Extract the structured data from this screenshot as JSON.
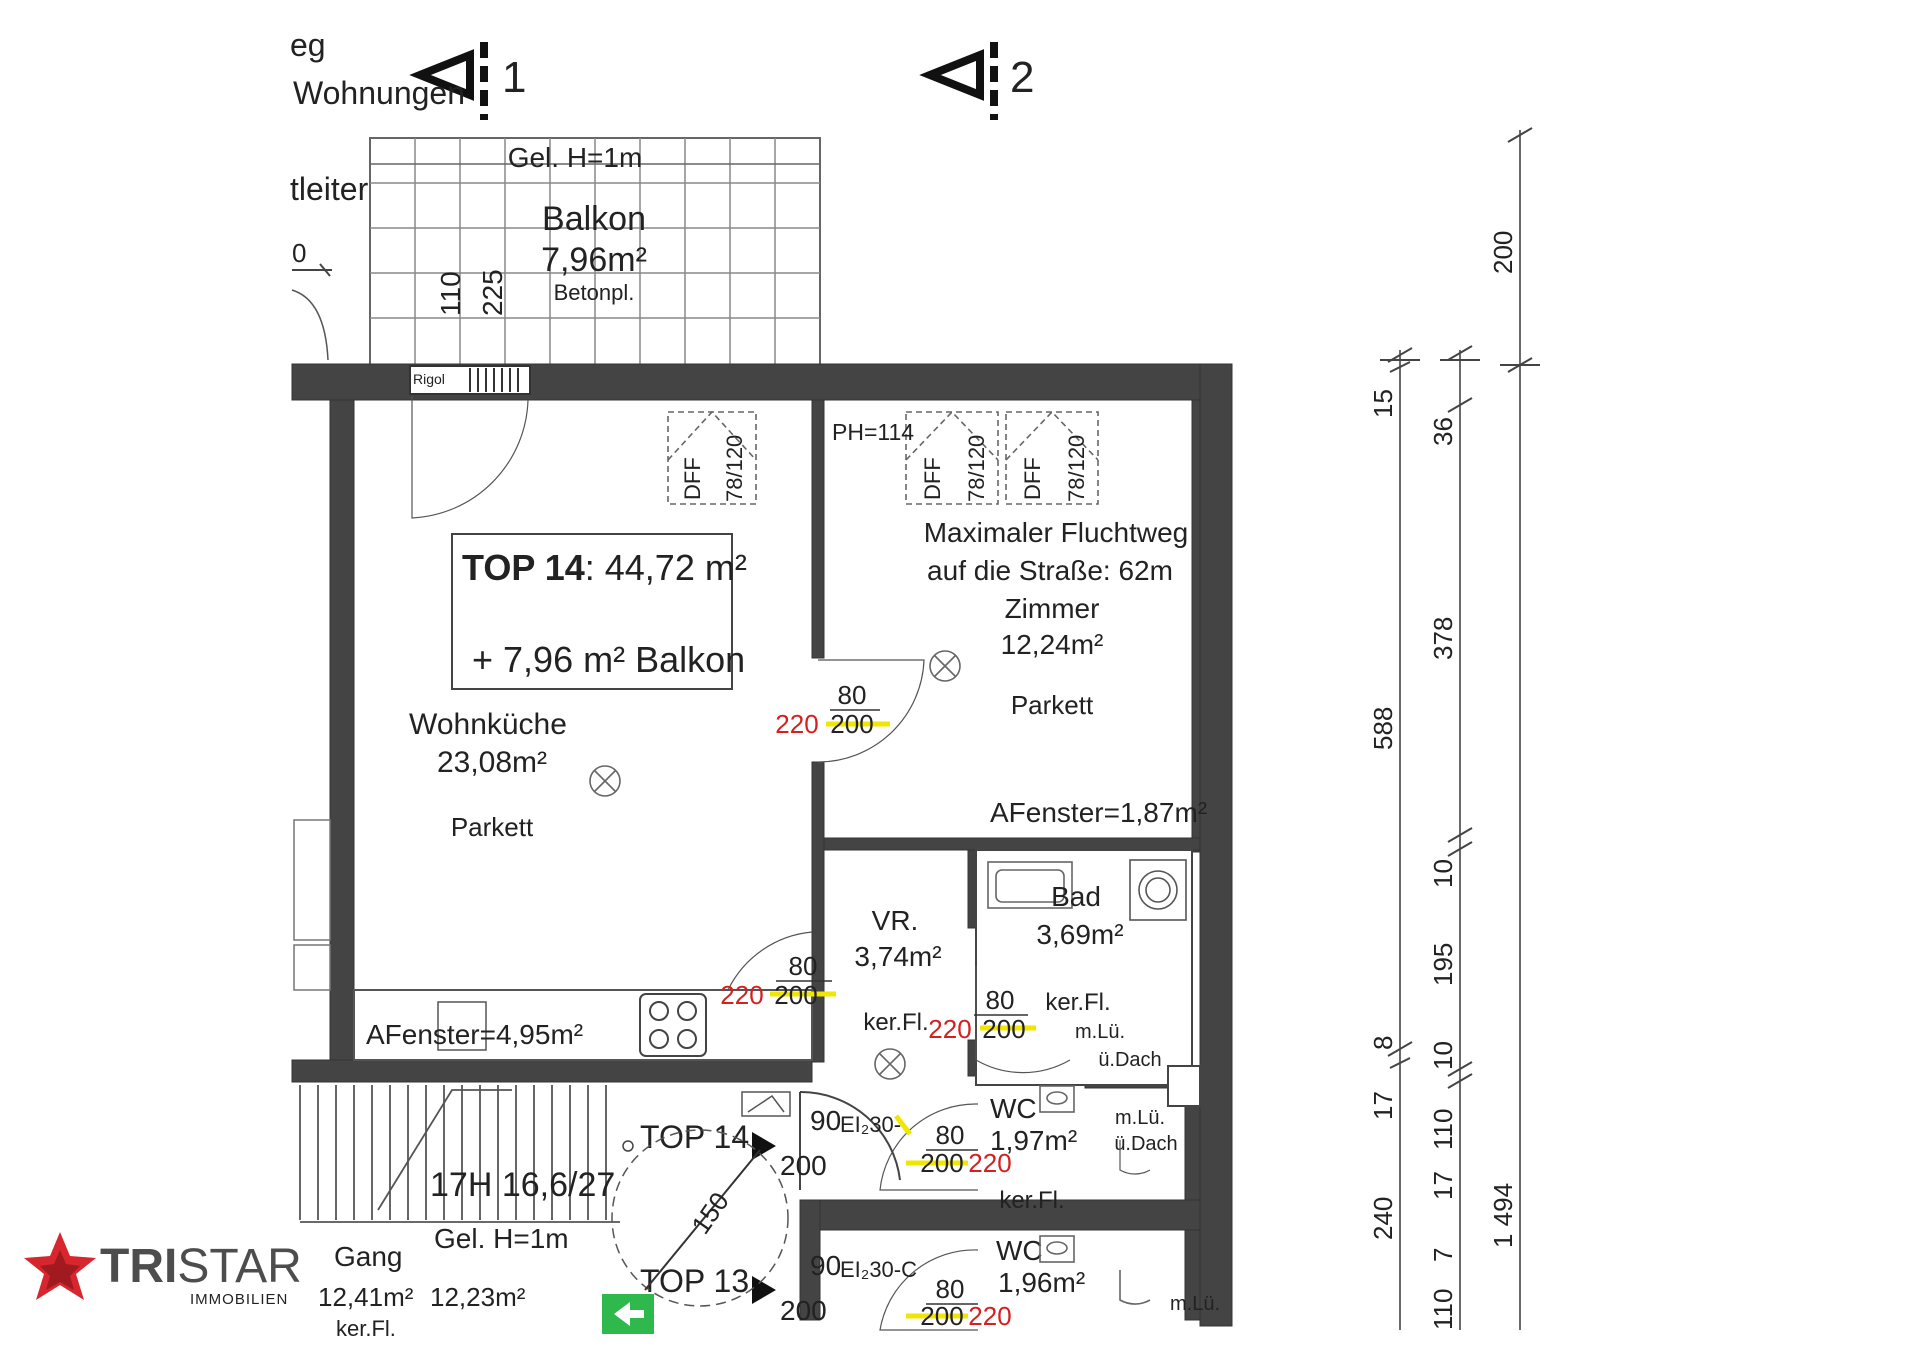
{
  "section_markers": {
    "marker_1": "1",
    "marker_2": "2"
  },
  "cut_texts": {
    "top_left_1": "eg",
    "top_left_2": "Wohnungen",
    "left_mid": "tleiter",
    "left_small": "0"
  },
  "balkon": {
    "railing": "Gel. H=1m",
    "name": "Balkon",
    "area": "7,96m²",
    "surface": "Betonpl.",
    "dim_a": "110",
    "dim_b": "225",
    "rigol": "Rigol"
  },
  "unit_box": {
    "title_bold": "TOP 14",
    "title_rest": ": 44,72 m²",
    "balkon_line": "+ 7,96 m² Balkon"
  },
  "wohnkueche": {
    "name": "Wohnküche",
    "area": "23,08m²",
    "floor": "Parkett",
    "window_area": "AFenster=4,95m²"
  },
  "zimmer": {
    "note_1": "Maximaler Fluchtweg",
    "note_2": "auf die Straße: 62m",
    "name": "Zimmer",
    "area": "12,24m²",
    "floor": "Parkett",
    "window_area": "AFenster=1,87m²",
    "ph": "PH=114"
  },
  "skylight": {
    "dff": "DFF",
    "size": "78/120"
  },
  "doors": {
    "width": "80",
    "height_red": "220",
    "height": "200"
  },
  "vr": {
    "name": "VR.",
    "area": "3,74m²",
    "floor": "ker.Fl."
  },
  "bad": {
    "name": "Bad",
    "area": "3,69m²",
    "floor": "ker.Fl.",
    "vent_1": "m.Lü.",
    "vent_2": "ü.Dach"
  },
  "wc1": {
    "name": "WC",
    "area": "1,97m²",
    "floor": "ker.Fl.",
    "vent_1": "m.Lü.",
    "vent_2": "ü.Dach"
  },
  "wc2": {
    "name": "WC",
    "area": "1,96m²",
    "vent_1": "m.Lü."
  },
  "entrance": {
    "top14": "TOP 14",
    "top13": "TOP 13",
    "width_90": "90",
    "ei30": "EI₂30-",
    "ei30_c": "EI₂30-C",
    "door_h": "200",
    "turn": "150"
  },
  "stair": {
    "spec": "17H 16,6/27",
    "railing": "Gel. H=1m",
    "gang": "Gang",
    "gang_area": "12,41m²",
    "gang_area2": "12,23m²",
    "gang_floor": "ker.Fl."
  },
  "dimensions": {
    "col1": [
      "15",
      "36",
      "378",
      "10",
      "195",
      "10",
      "110",
      "17",
      "7",
      "110"
    ],
    "col2": [
      "588",
      "8",
      "17",
      "240"
    ],
    "col3": [
      "200",
      "1 494"
    ]
  },
  "logo": {
    "name_bold": "TRI",
    "name_rest": "STAR",
    "sub": "IMMOBILIEN"
  },
  "colors": {
    "wall": "#444444",
    "dim_red": "#d42020",
    "dim_yellow": "#f2e600",
    "logo_red": "#d7262e",
    "logo_gray": "#4d4d4d",
    "exit_green": "#2fb84b"
  }
}
